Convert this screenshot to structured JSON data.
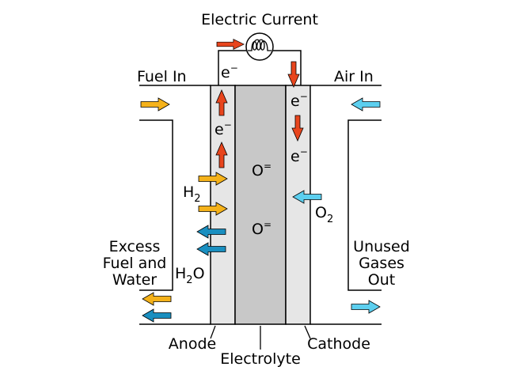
{
  "title": "Electric Current",
  "labels": {
    "fuel_in": "Fuel In",
    "air_in": "Air In",
    "excess_line1": "Excess",
    "excess_line2": "Fuel and",
    "excess_line3": "Water",
    "unused_line1": "Unused",
    "unused_line2": "Gases",
    "unused_line3": "Out",
    "anode": "Anode",
    "electrolyte": "Electrolyte",
    "cathode": "Cathode"
  },
  "species": {
    "electron": "e",
    "electron_charge": "−",
    "hydrogen": "H",
    "hydrogen_sub": "2",
    "water_h": "H",
    "water_sub": "2",
    "water_o": "O",
    "oxygen": "O",
    "oxygen_sub": "2",
    "oxide_ion": "O",
    "oxide_charge": "="
  },
  "colors": {
    "anode_layer": "#e6e6e6",
    "electrolyte_layer": "#c8c8c8",
    "cathode_layer": "#e6e6e6",
    "electron_arrow": "#e8451d",
    "fuel_arrow": "#f5b21a",
    "water_arrow": "#1a8fc0",
    "air_arrow": "#5ccfef",
    "outline": "#000000"
  }
}
